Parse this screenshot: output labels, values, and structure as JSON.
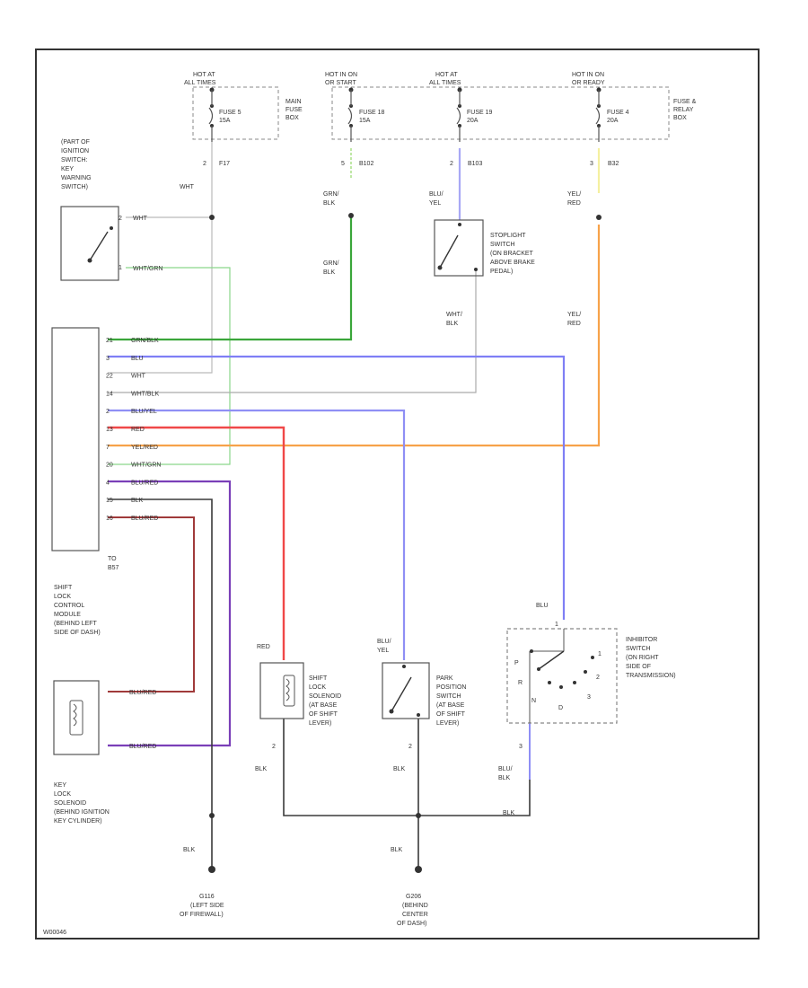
{
  "colors": {
    "border": "#333333",
    "wire_grn_blk": "#3aa63a",
    "wire_blu": "#7f7ff5",
    "wire_red": "#f04848",
    "wire_yel_red": "#f7a24a",
    "wire_wht_grn": "#8ad68a",
    "wire_blu_red": "#7a3fb8",
    "wire_blu_red_key": "#a03a3a",
    "wire_gray": "#9a9a9a",
    "wire_dark": "#3a3a3a",
    "wire_grn_tint": "#bfe8a6",
    "wire_yel_tint": "#f5f0a0",
    "wire_blu_tint": "#a8a8f5"
  },
  "fuse_box": {
    "hot1": [
      "HOT AT",
      "ALL TIMES"
    ],
    "hot2": [
      "HOT IN ON",
      "OR START"
    ],
    "hot3": [
      "HOT AT",
      "ALL TIMES"
    ],
    "hot4": [
      "HOT IN ON",
      "OR READY"
    ],
    "fuse_a": [
      "FUSE 5",
      "15A"
    ],
    "fuse_b": [
      "FUSE 18",
      "15A"
    ],
    "fuse_c": [
      "FUSE 19",
      "20A"
    ],
    "fuse_d": [
      "FUSE 4",
      "20A"
    ],
    "main_box": [
      "MAIN",
      "FUSE",
      "BOX"
    ],
    "relay_box": [
      "FUSE &",
      "RELAY",
      "BOX"
    ],
    "conn_a": "F17",
    "conn_b": "B102",
    "conn_c": "B103",
    "conn_d": "B32",
    "pin_a": "2",
    "pin_b": "5",
    "pin_c": "2",
    "pin_d": "3"
  },
  "ignition_switch": {
    "label": [
      "(PART OF",
      "IGNITION",
      "SWITCH:",
      "KEY",
      "WARNING",
      "SWITCH)"
    ],
    "wire_top": "WHT",
    "pin1": "2",
    "pin2": "1",
    "wire1": "WHT",
    "wire2": "WHT/GRN"
  },
  "wires": {
    "grn_blk_1": [
      "GRN/",
      "BLK"
    ],
    "grn_blk_2": [
      "GRN/",
      "BLK"
    ],
    "blu_yel_1": [
      "BLU/",
      "YEL"
    ],
    "yel_red_1": [
      "YEL/",
      "RED"
    ],
    "yel_red_2": [
      "YEL/",
      "RED"
    ],
    "wht_blk": [
      "WHT/",
      "BLK"
    ],
    "red": "RED",
    "blu_yel_2": [
      "BLU/",
      "YEL"
    ],
    "blu_top": "BLU",
    "blu_blk": [
      "BLU/",
      "BLK"
    ],
    "blk_1": "BLK",
    "blk_2": "BLK",
    "blk_3": "BLK",
    "blk_4": "BLK",
    "blk_5": "BLK"
  },
  "stoplight": {
    "label": [
      "STOPLIGHT",
      "SWITCH",
      "(ON BRACKET",
      "ABOVE BRAKE",
      "PEDAL)"
    ]
  },
  "module": {
    "pins": [
      {
        "pin": "21",
        "wire": "GRN/BLK"
      },
      {
        "pin": "3",
        "wire": "BLU"
      },
      {
        "pin": "22",
        "wire": "WHT"
      },
      {
        "pin": "14",
        "wire": "WHT/BLK"
      },
      {
        "pin": "2",
        "wire": "BLU/YEL"
      },
      {
        "pin": "13",
        "wire": "RED"
      },
      {
        "pin": "7",
        "wire": "YEL/RED"
      },
      {
        "pin": "20",
        "wire": "WHT/GRN"
      },
      {
        "pin": "4",
        "wire": "BLU/RED"
      },
      {
        "pin": "15",
        "wire": "BLK"
      },
      {
        "pin": "16",
        "wire": "BLU/RED"
      }
    ],
    "connector": [
      "TO",
      "B57"
    ],
    "label": [
      "SHIFT",
      "LOCK",
      "CONTROL",
      "MODULE",
      "(BEHIND LEFT",
      "SIDE OF DASH)"
    ]
  },
  "key_lock": {
    "label": [
      "KEY",
      "LOCK",
      "SOLENOID",
      "(BEHIND IGNITION",
      "KEY CYLINDER)"
    ],
    "wire1": "BLU/RED",
    "wire2": "BLU/RED"
  },
  "shift_solenoid": {
    "label": [
      "SHIFT",
      "LOCK",
      "SOLENOID",
      "(AT BASE",
      "OF SHIFT",
      "LEVER)"
    ],
    "pin": "2"
  },
  "park_switch": {
    "label": [
      "PARK",
      "POSITION",
      "SWITCH",
      "(AT BASE",
      "OF SHIFT",
      "LEVER)"
    ],
    "pin": "2"
  },
  "inhibitor": {
    "label": [
      "INHIBITOR",
      "SWITCH",
      "(ON RIGHT",
      "SIDE OF",
      "TRANSMISSION)"
    ],
    "letters": [
      "P",
      "R",
      "N",
      "D",
      "3",
      "2",
      "1"
    ],
    "pin_top": "1",
    "pin_bottom": "3"
  },
  "grounds": {
    "g1": [
      "G116",
      "(LEFT SIDE",
      "OF FIREWALL)"
    ],
    "g2": [
      "G206",
      "(BEHIND",
      "CENTER",
      "OF DASH)"
    ]
  },
  "footer": "W00046"
}
